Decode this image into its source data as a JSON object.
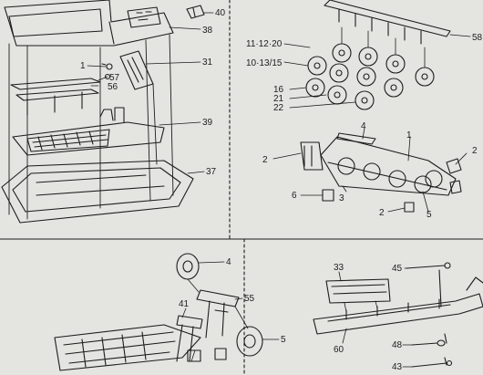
{
  "panels": {
    "top_left": {
      "callouts": [
        "40",
        "38",
        "31",
        "1",
        "57",
        "56",
        "39",
        "37"
      ]
    },
    "top_right": {
      "callouts": [
        "58",
        "11·12·20",
        "10·13/15",
        "16",
        "21",
        "22",
        "4",
        "1",
        "2",
        "2",
        "6",
        "3",
        "2",
        "5"
      ]
    },
    "bottom_left": {
      "callouts": [
        "4",
        "41",
        "55",
        "5"
      ]
    },
    "bottom_right": {
      "callouts": [
        "33",
        "45",
        "60",
        "48",
        "43"
      ]
    }
  },
  "colors": {
    "paper": "#e4e4e1",
    "ink": "#1d1d1d"
  }
}
